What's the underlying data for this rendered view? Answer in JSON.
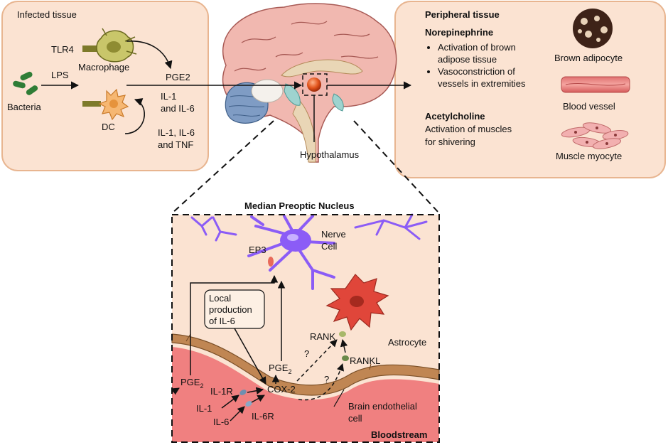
{
  "infected": {
    "title": "Infected tissue",
    "tlr4": "TLR4",
    "macrophage": "Macrophage",
    "lps": "LPS",
    "bacteria": "Bacteria",
    "dc": "DC",
    "pge2": "PGE2",
    "il1_line1": "IL-1",
    "il1_line2": "and IL-6",
    "cyt_line1": "IL-1, IL-6",
    "cyt_line2": "and TNF"
  },
  "brain": {
    "hypothalamus": "Hypothalamus"
  },
  "peripheral": {
    "title": "Peripheral tissue",
    "ne_title": "Norepinephrine",
    "ne_b1_l1": "Activation of brown",
    "ne_b1_l2": "adipose tissue",
    "ne_b2_l1": "Vasoconstriction of",
    "ne_b2_l2": "vessels in extremities",
    "ach_title": "Acetylcholine",
    "ach_l1": "Activation of muscles",
    "ach_l2": "for shivering",
    "brown_adipocyte": "Brown adipocyte",
    "blood_vessel": "Blood vessel",
    "muscle_myocyte": "Muscle myocyte"
  },
  "mpn": {
    "title": "Median Preoptic Nucleus",
    "ep3": "EP3",
    "nerve_l1": "Nerve",
    "nerve_l2": "Cell",
    "local_l1": "Local",
    "local_l2": "production",
    "local_l3": "of IL-6",
    "astrocyte": "Astrocyte",
    "rank": "RANK",
    "rankl": "RANKL",
    "q1": "?",
    "q2": "?",
    "pge2_inner": "PGE",
    "pge2_inner_sub": "2",
    "cox2": "COX-2",
    "pge2_left": "PGE",
    "pge2_left_sub": "2",
    "il1r": "IL-1R",
    "il1": "IL-1",
    "il6": "IL-6",
    "il6r": "IL-6R",
    "endo_l1": "Brain endothelial",
    "endo_l2": "cell",
    "bloodstream": "Bloodstream"
  },
  "colors": {
    "panel_fill": "#fbe3d2",
    "panel_stroke": "#e8b590",
    "blood": "#f08080",
    "endothelium": "#c08653",
    "neuron": "#8b5cf6",
    "astrocyte": "#e0463a",
    "arrow": "#111111"
  }
}
